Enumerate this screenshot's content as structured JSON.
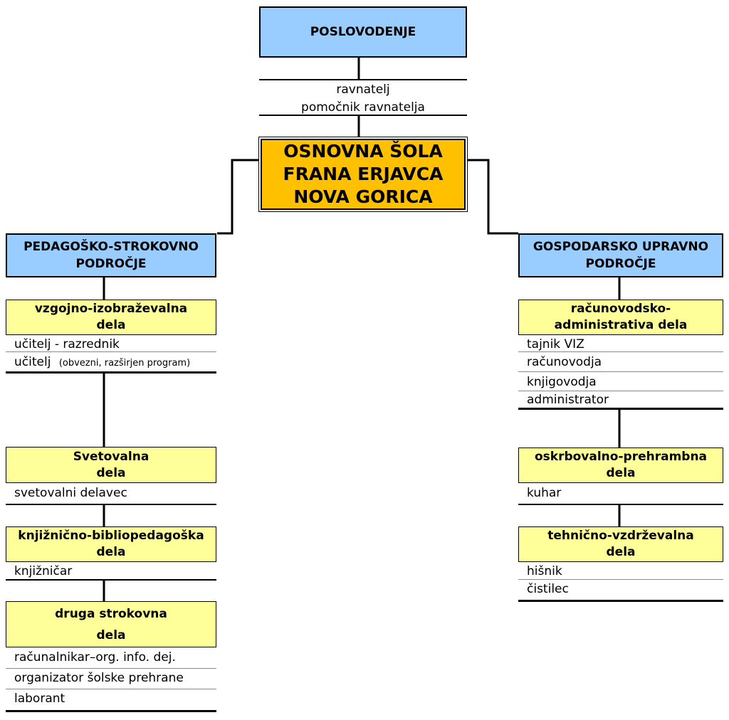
{
  "top": {
    "title": "POSLOVODENJE",
    "staff": [
      "ravnatelj",
      "pomočnik ravnatelja"
    ]
  },
  "school": {
    "line1": "OSNOVNA ŠOLA",
    "line2": "FRANA ERJAVCA",
    "line3": "NOVA GORICA"
  },
  "left": {
    "title_line1": "PEDAGOŠKO-STROKOVNO",
    "title_line2": "PODROČJE",
    "units": [
      {
        "title_line1": "vzgojno-izobraževalna",
        "title_line2": "dela",
        "staff": [
          "učitelj - razrednik",
          "učitelj"
        ],
        "staff2_note": "(obvezni, razširjen program)"
      },
      {
        "title_line1": "Svetovalna",
        "title_line2": "dela",
        "staff": [
          "svetovalni delavec"
        ]
      },
      {
        "title_line1": "knjižnično-bibliopedagoška",
        "title_line2": "dela",
        "staff": [
          "knjižničar"
        ]
      },
      {
        "title_line1": "druga strokovna",
        "title_line2": "dela",
        "staff": [
          "računalnikar–org. info. dej.",
          "organizator šolske prehrane",
          "laborant"
        ]
      }
    ]
  },
  "right": {
    "title_line1": "GOSPODARSKO UPRAVNO",
    "title_line2": "PODROČJE",
    "units": [
      {
        "title_line1": "računovodsko-",
        "title_line2": "administrativa dela",
        "staff": [
          "tajnik VIZ",
          "računovodja",
          "knjigovodja",
          "administrator"
        ]
      },
      {
        "title_line1": "oskrbovalno-prehrambna",
        "title_line2": "dela",
        "staff": [
          "kuhar"
        ]
      },
      {
        "title_line1": "tehnično-vzdrževalna",
        "title_line2": "dela",
        "staff": [
          "hišnik",
          "čistilec"
        ]
      }
    ]
  },
  "colors": {
    "header_fill": "#99ccff",
    "school_fill": "#ffc000",
    "unit_fill": "#ffff99",
    "line": "#000000"
  }
}
